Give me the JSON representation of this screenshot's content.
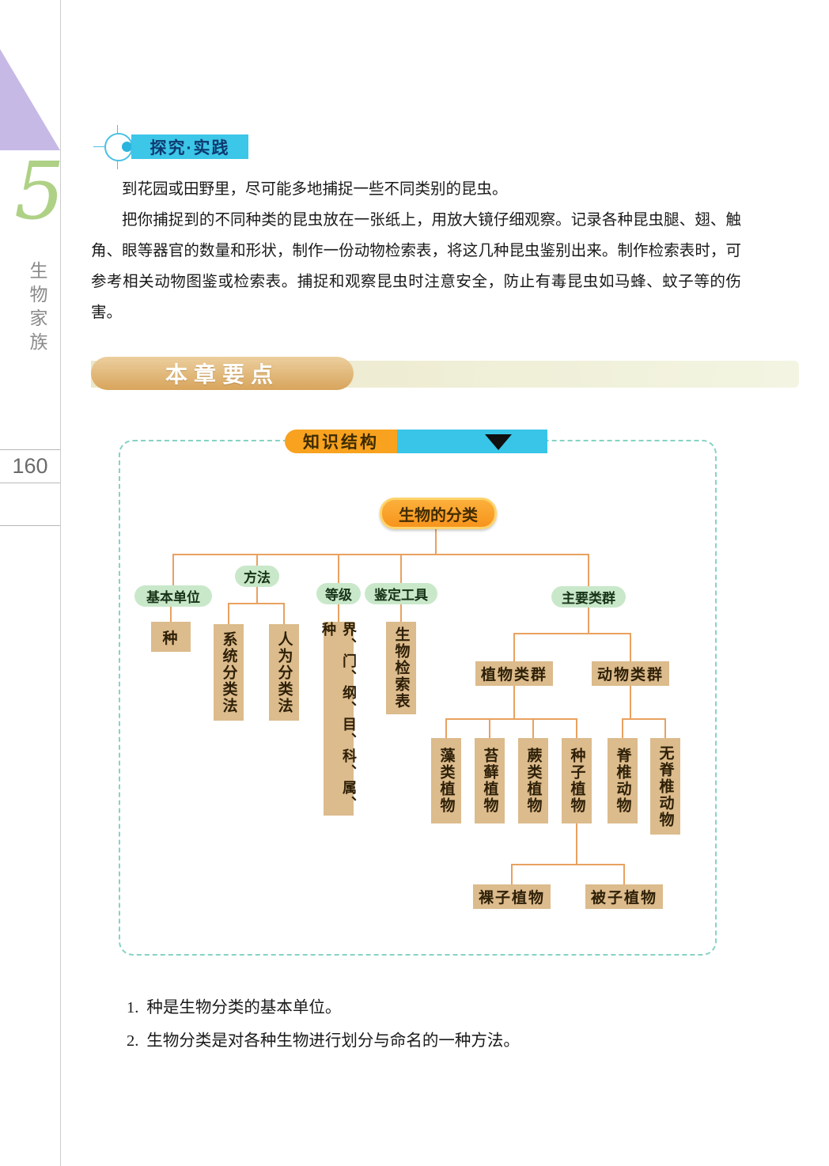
{
  "sidebar": {
    "chapter_number": "5",
    "chapter_title": "生物家族",
    "page_number": "160"
  },
  "practice": {
    "badge_label": "探究·实践",
    "paragraph_1": "到花园或田野里，尽可能多地捕捉一些不同类别的昆虫。",
    "paragraph_2": "把你捕捉到的不同种类的昆虫放在一张纸上，用放大镜仔细观察。记录各种昆虫腿、翅、触角、眼等器官的数量和形状，制作一份动物检索表，将这几种昆虫鉴别出来。制作检索表时，可参考相关动物图鉴或检索表。捕捉和观察昆虫时注意安全，防止有毒昆虫如马蜂、蚊子等的伤害。"
  },
  "chapter_summary": {
    "banner_label": "本章要点",
    "points": [
      {
        "num": "1.",
        "text": "种是生物分类的基本单位。"
      },
      {
        "num": "2.",
        "text": "生物分类是对各种生物进行划分与命名的一种方法。"
      }
    ]
  },
  "diagram": {
    "title": "知识结构",
    "root": "生物的分类",
    "branches": {
      "basic_unit": "基本单位",
      "method": "方法",
      "rank": "等级",
      "tool": "鉴定工具",
      "main_groups": "主要类群"
    },
    "nodes": {
      "species": "种",
      "systematic_method": "系统分类法",
      "artificial_method": "人为分类法",
      "rank_levels": "界、门、纲、目、科、属、种",
      "bio_key_table": "生物检索表",
      "plant_groups": "植物类群",
      "animal_groups": "动物类群",
      "algae": "藻类植物",
      "moss": "苔藓植物",
      "fern": "蕨类植物",
      "seed_plants": "种子植物",
      "vertebrates": "脊椎动物",
      "invertebrates": "无脊椎动物",
      "gymnosperms": "裸子植物",
      "angiosperms": "被子植物"
    },
    "colors": {
      "orange": "#f8a21f",
      "cyan": "#38c5e8",
      "green_pill": "#c9e8ca",
      "tan_node": "#dcbb8c",
      "connector": "#e9a160",
      "dashed_border": "#86d3c3"
    }
  }
}
